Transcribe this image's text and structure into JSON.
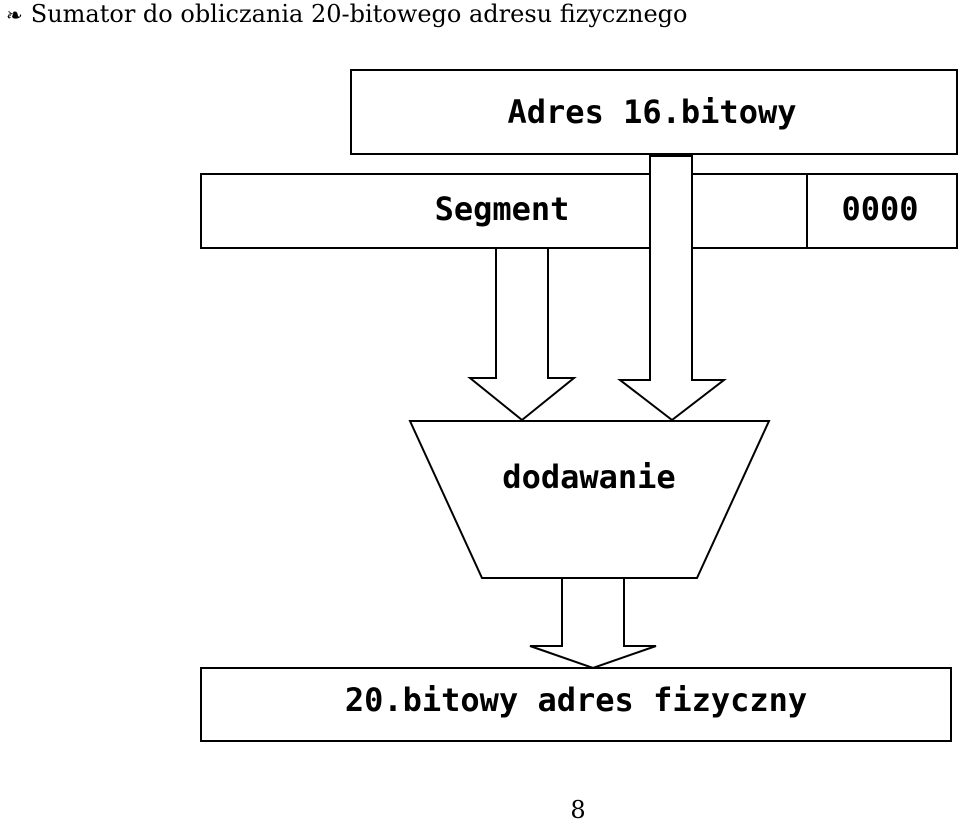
{
  "header": {
    "bullet": "❧",
    "title": "Sumator do obliczania 20-bitowego adresu fizycznego"
  },
  "diagram": {
    "address_box_label": "Adres 16.bitowy",
    "segment_label": "Segment",
    "segment_suffix": "0000",
    "adder_label": "dodawanie",
    "result_label": "20.bitowy adres fizyczny"
  },
  "page_number": "8"
}
